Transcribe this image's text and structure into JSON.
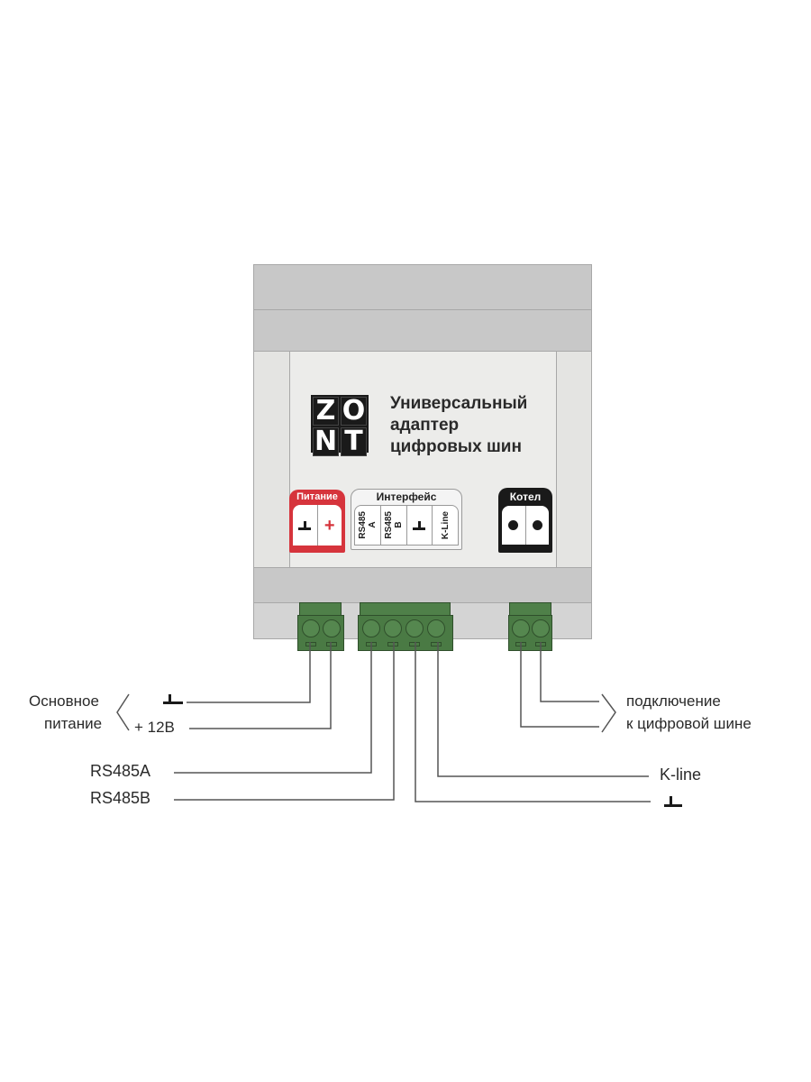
{
  "device": {
    "brand_letters": [
      "Z",
      "O",
      "N",
      "T"
    ],
    "title_lines": [
      "Универсальный",
      "адаптер",
      "цифровых шин"
    ],
    "colors": {
      "power_block": "#d6343c",
      "interface_block": "#ffffff",
      "boiler_block": "#1a1a1a",
      "connector": "#4a7a44",
      "housing": "#c8c8c8"
    },
    "blocks": {
      "power": {
        "title": "Питание",
        "cells": [
          "ground-icon",
          "plus-icon"
        ]
      },
      "interface": {
        "title": "Интерфейс",
        "cells": [
          "RS485\nA",
          "RS485\nB",
          "ground-icon",
          "K-Line"
        ]
      },
      "boiler": {
        "title": "Котел",
        "cells": [
          "dot-icon",
          "dot-icon"
        ]
      }
    }
  },
  "labels": {
    "main_power": "Основное\nпитание",
    "main_power_line1": "Основное",
    "main_power_line2": "питание",
    "plus12v": "+ 12В",
    "rs485a": "RS485A",
    "rs485b": "RS485B",
    "kline": "K-line",
    "digital_bus_line1": "подключение",
    "digital_bus_line2": "к цифровой шине"
  },
  "interface_cells": {
    "a_line1": "RS485",
    "a_line2": "A",
    "b_line1": "RS485",
    "b_line2": "B",
    "kline": "K-Line"
  }
}
